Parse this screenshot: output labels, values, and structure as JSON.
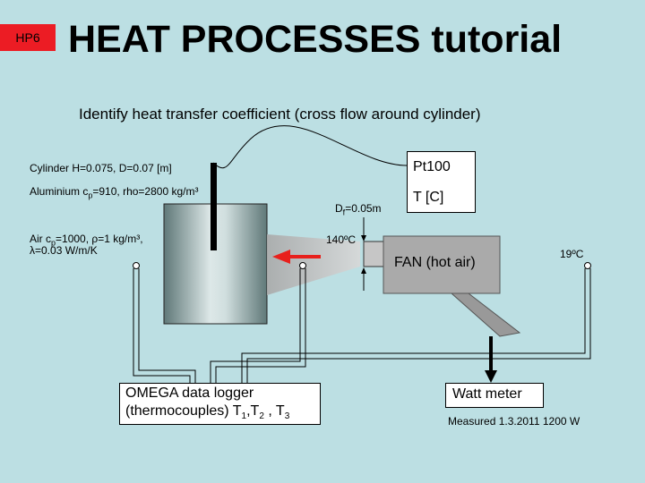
{
  "header": {
    "badge": "HP6",
    "title": "HEAT PROCESSES tutorial",
    "subtitle": "Identify heat transfer coefficient (cross flow around cylinder)"
  },
  "left_notes": {
    "cylinder": "Cylinder H=0.075, D=0.07 [m]",
    "aluminium_prefix": "Aluminium c",
    "aluminium_sub": "p",
    "aluminium_rest": "=910, rho=2800 kg/m³",
    "air_line1_prefix": "Air c",
    "air_line1_sub": "p",
    "air_line1_rest": "=1000, ρ=1 kg/m³,",
    "air_line2": "λ=0.03 W/m/K"
  },
  "sensor": {
    "pt100": "Pt100",
    "tc": "T [C]"
  },
  "fan": {
    "label": "FAN (hot air)",
    "diameter_prefix": "D",
    "diameter_sub": "f",
    "diameter_rest": "=0.05m",
    "air_temp": "140ºC",
    "ambient_temp": "19ºC"
  },
  "logger": {
    "line1": "OMEGA data logger",
    "line2_prefix": "(thermocouples) T",
    "s1": "1",
    "mid1": ",T",
    "s2": "2",
    "mid2": " , T",
    "s3": "3"
  },
  "wattmeter": {
    "label": "Watt meter",
    "measured": "Measured 1.3.2011  1200 W"
  },
  "colors": {
    "background": "#bcdfe3",
    "badge": "#ec1c24",
    "arrow": "#e8201c",
    "fan_body": "#aaaaaa",
    "cylinder_light": "#d4e2e2",
    "cylinder_dark": "#6d8585"
  }
}
